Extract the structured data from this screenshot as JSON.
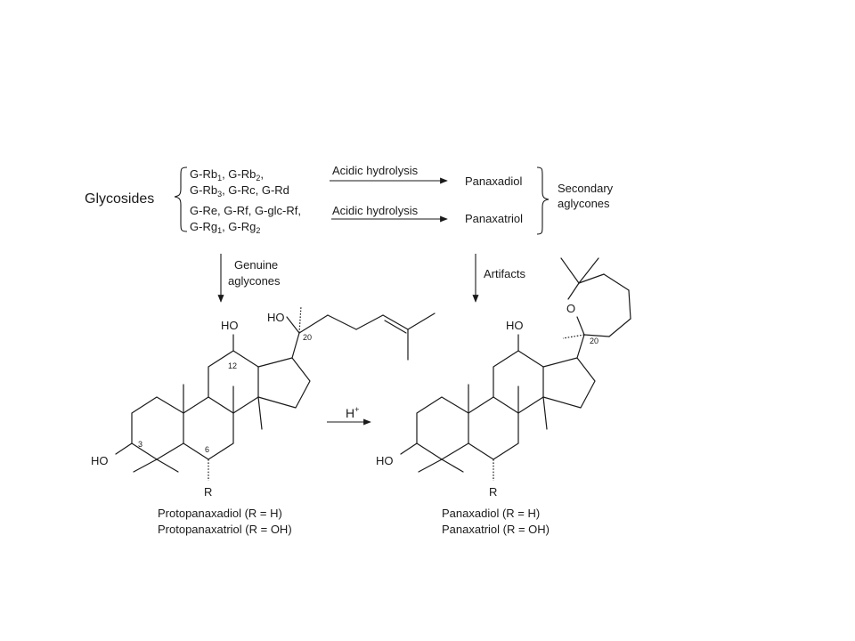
{
  "scheme": {
    "glycosides_label": "Glycosides",
    "diol_group": {
      "line1": {
        "a": "G-Rb",
        "a_sub": "1",
        "b": ", G-Rb",
        "b_sub": "2",
        "c": ","
      },
      "line2": {
        "a": "G-Rb",
        "a_sub": "3",
        "b": ", G-Rc, G-Rd"
      }
    },
    "triol_group": {
      "line1": {
        "a": "G-Re, G-Rf, G-glc-Rf,"
      },
      "line2": {
        "a": "G-Rg",
        "a_sub": "1",
        "b": ", G-Rg",
        "b_sub": "2"
      }
    },
    "hydrolysis_top": "Acidic hydrolysis",
    "hydrolysis_bottom": "Acidic hydrolysis",
    "panaxadiol_label": "Panaxadiol",
    "panaxatriol_label": "Panaxatriol",
    "secondary_line1": "Secondary",
    "secondary_line2": "aglycones",
    "genuine_line1": "Genuine",
    "genuine_line2": "aglycones",
    "artifacts_label": "Artifacts",
    "acid_h": "H",
    "acid_plus": "+"
  },
  "left_structure": {
    "ho_12": "HO",
    "ho_20": "HO",
    "ho_3": "HO",
    "num_12": "12",
    "num_20": "20",
    "num_3": "3",
    "num_6": "6",
    "r_label": "R",
    "caption1": "Protopanaxadiol (R = H)",
    "caption2": "Protopanaxatriol (R = OH)"
  },
  "right_structure": {
    "ho_12": "HO",
    "ho_3": "HO",
    "o_ring": "O",
    "num_20": "20",
    "r_label": "R",
    "caption1": "Panaxadiol (R = H)",
    "caption2": "Panaxatriol (R = OH)"
  }
}
